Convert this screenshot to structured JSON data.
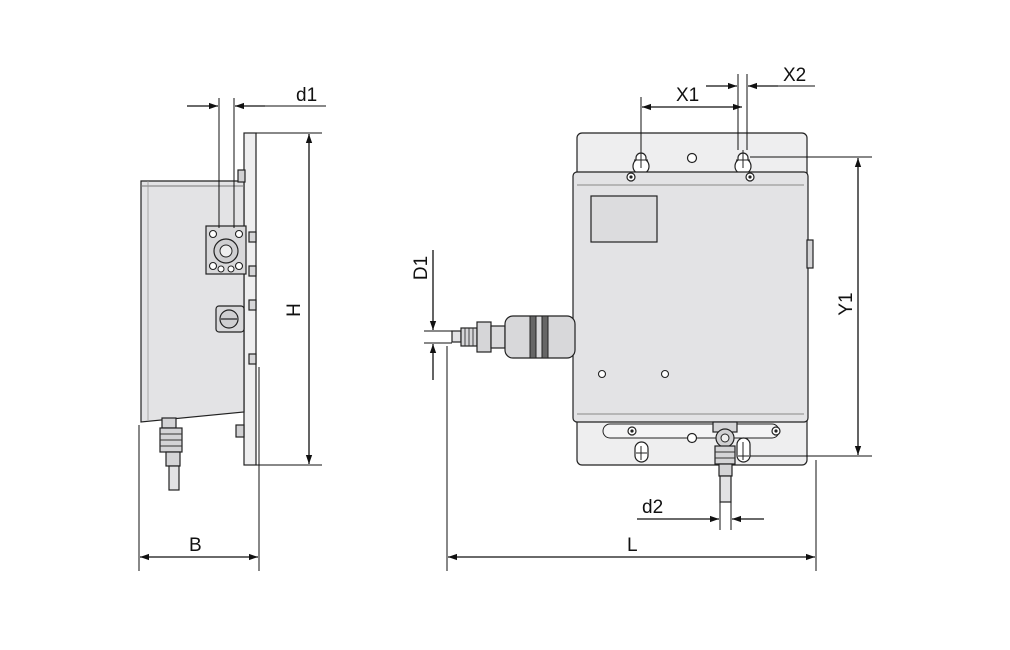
{
  "diagram": {
    "labels": {
      "d1": "d1",
      "h": "H",
      "b": "B",
      "d1_upper": "D1",
      "x1": "X1",
      "x2": "X2",
      "y1": "Y1",
      "d2": "d2",
      "l": "L"
    },
    "colors": {
      "housing_fill": "#e3e3e5",
      "plate_fill": "#eeeeef",
      "line": "#111111",
      "window_fill": "#dcdcde"
    }
  }
}
